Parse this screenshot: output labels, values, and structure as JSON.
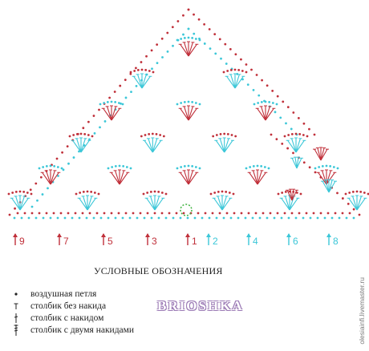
{
  "colors": {
    "odd_rows": "#c0303a",
    "even_rows": "#3cc7d8",
    "start_ring": "#3fb33f",
    "text": "#222222",
    "watermark_outline": "#9b7ab5"
  },
  "row_markers": [
    {
      "label": "9",
      "color": "red"
    },
    {
      "label": "7",
      "color": "red"
    },
    {
      "label": "5",
      "color": "red"
    },
    {
      "label": "3",
      "color": "red"
    },
    {
      "label": "1",
      "color": "red"
    },
    {
      "label": "2",
      "color": "cyan"
    },
    {
      "label": "4",
      "color": "cyan"
    },
    {
      "label": "6",
      "color": "cyan"
    },
    {
      "label": "8",
      "color": "cyan"
    }
  ],
  "legend": {
    "title": "УСЛОВНЫЕ ОБОЗНАЧЕНИЯ",
    "items": [
      {
        "symbol": "dot-icon",
        "label": "воздушная петля"
      },
      {
        "symbol": "single-crochet-icon",
        "label": "столбик без накида"
      },
      {
        "symbol": "double-crochet-icon",
        "label": "столбик с накидом"
      },
      {
        "symbol": "treble-crochet-icon",
        "label": "столбик с двумя накидами"
      }
    ]
  },
  "watermark": "BRIOSHKA",
  "side_credit": "olesiainfi.livemaster.ru"
}
